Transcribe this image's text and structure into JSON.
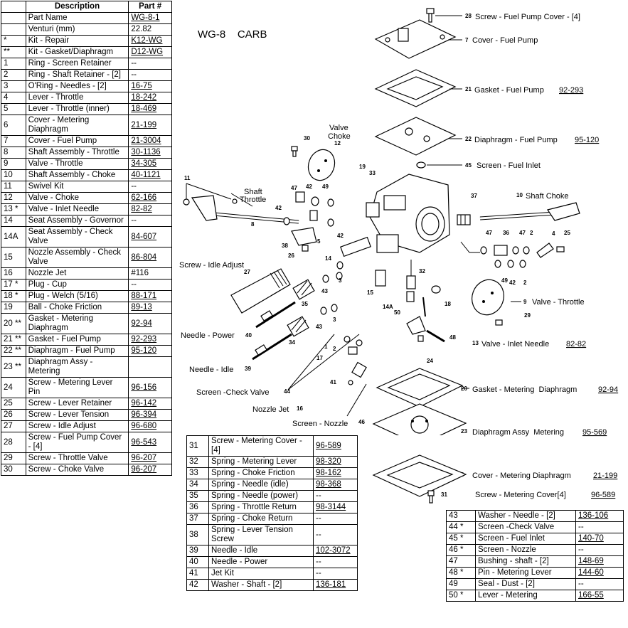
{
  "title": "WG-8    CARB",
  "main_table": {
    "headers": [
      "Description",
      "Part #"
    ],
    "rows": [
      {
        "ref": "",
        "desc": "Part Name",
        "part": "WG-8-1",
        "link": true
      },
      {
        "ref": "",
        "desc": "Venturi (mm)",
        "part": "22.82",
        "link": false
      },
      {
        "ref": "*",
        "desc": "Kit - Repair",
        "part": "K12-WG",
        "link": true
      },
      {
        "ref": "**",
        "desc": "Kit - Gasket/Diaphragm",
        "part": "D12-WG",
        "link": true
      },
      {
        "ref": "1",
        "desc": "Ring - Screen Retainer",
        "part": "--",
        "link": false
      },
      {
        "ref": "2",
        "desc": "Ring - Shaft Retainer - [2]",
        "part": "--",
        "link": false
      },
      {
        "ref": "3",
        "desc": "O'Ring - Needles - [2]",
        "part": "16-75",
        "link": true
      },
      {
        "ref": "4",
        "desc": "Lever - Throttle",
        "part": "18-242",
        "link": true
      },
      {
        "ref": "5",
        "desc": "Lever - Throttle (inner)",
        "part": "18-469",
        "link": true
      },
      {
        "ref": "6",
        "desc": "Cover - Metering Diaphragm",
        "part": "21-199",
        "link": true
      },
      {
        "ref": "7",
        "desc": "Cover - Fuel Pump",
        "part": "21-3004",
        "link": true
      },
      {
        "ref": "8",
        "desc": "Shaft Assembly - Throttle",
        "part": "30-1136",
        "link": true
      },
      {
        "ref": "9",
        "desc": "Valve - Throttle",
        "part": "34-305",
        "link": true
      },
      {
        "ref": "10",
        "desc": "Shaft Assembly - Choke",
        "part": "40-1121",
        "link": true
      },
      {
        "ref": "11",
        "desc": "Swivel Kit",
        "part": "--",
        "link": false
      },
      {
        "ref": "12",
        "desc": "Valve - Choke",
        "part": "62-166",
        "link": true
      },
      {
        "ref": "13 *",
        "desc": "Valve - Inlet Needle",
        "part": "82-82",
        "link": true
      },
      {
        "ref": "14",
        "desc": "Seat Assembly - Governor",
        "part": "--",
        "link": false
      },
      {
        "ref": "14A",
        "desc": "Seat Assembly - Check Valve",
        "part": "84-607",
        "link": true
      },
      {
        "ref": "15",
        "desc": "Nozzle Assembly - Check Valve",
        "part": "86-804",
        "link": true
      },
      {
        "ref": "16",
        "desc": "Nozzle Jet",
        "part": "#116",
        "link": false
      },
      {
        "ref": "17 *",
        "desc": "Plug - Cup",
        "part": "--",
        "link": false
      },
      {
        "ref": "18 *",
        "desc": "Plug - Welch (5/16)",
        "part": "88-171",
        "link": true
      },
      {
        "ref": "19",
        "desc": "Ball - Choke Friction",
        "part": "89-13",
        "link": true
      },
      {
        "ref": "20 **",
        "desc": "Gasket - Metering Diaphragm",
        "part": "92-94",
        "link": true
      },
      {
        "ref": "21 **",
        "desc": "Gasket - Fuel Pump",
        "part": "92-293",
        "link": true
      },
      {
        "ref": "22 **",
        "desc": "Diaphragm - Fuel Pump",
        "part": "95-120",
        "link": true
      },
      {
        "ref": "23 **",
        "desc": "Diaphragm Assy - Metering",
        "part": "",
        "link": false
      },
      {
        "ref": "24",
        "desc": "Screw - Metering Lever Pin",
        "part": "96-156",
        "link": true
      },
      {
        "ref": "25",
        "desc": "Screw - Lever Retainer",
        "part": "96-142",
        "link": true
      },
      {
        "ref": "26",
        "desc": "Screw - Lever Tension",
        "part": "96-394",
        "link": true
      },
      {
        "ref": "27",
        "desc": "Screw - Idle Adjust",
        "part": "96-680",
        "link": true
      },
      {
        "ref": "28",
        "desc": "Screw - Fuel Pump Cover - [4]",
        "part": "96-543",
        "link": true
      },
      {
        "ref": "29",
        "desc": "Screw - Throttle Valve",
        "part": "96-207",
        "link": true
      },
      {
        "ref": "30",
        "desc": "Screw - Choke Valve",
        "part": "96-207",
        "link": true
      }
    ]
  },
  "mid_table": {
    "rows": [
      {
        "ref": "31",
        "desc": "Screw - Metering Cover - [4]",
        "part": "96-589",
        "link": true
      },
      {
        "ref": "32",
        "desc": "Spring - Metering Lever",
        "part": "98-320",
        "link": true
      },
      {
        "ref": "33",
        "desc": "Spring - Choke Friction",
        "part": "98-162",
        "link": true
      },
      {
        "ref": "34",
        "desc": "Spring - Needle (idle)",
        "part": "98-368",
        "link": true
      },
      {
        "ref": "35",
        "desc": "Spring - Needle (power)",
        "part": "--",
        "link": false
      },
      {
        "ref": "36",
        "desc": "Spring - Throttle Return",
        "part": "98-3144",
        "link": true
      },
      {
        "ref": "37",
        "desc": "Spring - Choke Return",
        "part": "--",
        "link": false
      },
      {
        "ref": "38",
        "desc": "Spring - Lever Tension Screw",
        "part": "--",
        "link": false
      },
      {
        "ref": "39",
        "desc": "Needle - Idle",
        "part": "102-3072",
        "link": true
      },
      {
        "ref": "40",
        "desc": "Needle - Power",
        "part": "--",
        "link": false
      },
      {
        "ref": "41",
        "desc": "Jet Kit",
        "part": "--",
        "link": false
      },
      {
        "ref": "42",
        "desc": "Washer - Shaft - [2]",
        "part": "136-181",
        "link": true
      }
    ]
  },
  "right_table": {
    "rows": [
      {
        "ref": "43",
        "desc": "Washer - Needle - [2]",
        "part": "136-106",
        "link": true
      },
      {
        "ref": "44 *",
        "desc": "Screen -Check Valve",
        "part": "--",
        "link": false
      },
      {
        "ref": "45 *",
        "desc": "Screen - Fuel Inlet",
        "part": "140-70",
        "link": true
      },
      {
        "ref": "46 *",
        "desc": "Screen - Nozzle",
        "part": "--",
        "link": false
      },
      {
        "ref": "47",
        "desc": "Bushing - shaft - [2]",
        "part": "148-69",
        "link": true
      },
      {
        "ref": "48 *",
        "desc": "Pin - Metering Lever",
        "part": "144-60",
        "link": true
      },
      {
        "ref": "49",
        "desc": "Seal - Dust - [2]",
        "part": "--",
        "link": false
      },
      {
        "ref": "50 *",
        "desc": "Lever - Metering",
        "part": "166-55",
        "link": true
      }
    ]
  },
  "diagram": {
    "callouts": [
      {
        "id": "c28",
        "num": "28",
        "text": "Screw - Fuel Pump Cover - [4]",
        "part": ""
      },
      {
        "id": "c7",
        "num": "7",
        "text": "Cover - Fuel Pump",
        "part": ""
      },
      {
        "id": "c21",
        "num": "21",
        "text": "Gasket - Fuel Pump",
        "part": "92-293"
      },
      {
        "id": "c22",
        "num": "22",
        "text": "Diaphragm - Fuel Pump",
        "part": "95-120"
      },
      {
        "id": "c45",
        "num": "45",
        "text": "Screen - Fuel Inlet",
        "part": ""
      },
      {
        "id": "c10",
        "num": "10",
        "text": "Shaft Choke",
        "part": ""
      },
      {
        "id": "c9",
        "num": "9",
        "text": "Valve - Throttle",
        "part": ""
      },
      {
        "id": "c13",
        "num": "13",
        "text": "Valve - Inlet Needle",
        "part": "82-82"
      },
      {
        "id": "c20",
        "num": "20",
        "text": "Gasket - Metering  Diaphragm",
        "part": "92-94"
      },
      {
        "id": "c23",
        "num": "23",
        "text": "Diaphragm Assy  Metering",
        "part": "95-569"
      },
      {
        "id": "c6",
        "num": "6",
        "text": "Cover - Metering Diaphragm",
        "part": "21-199"
      },
      {
        "id": "c31",
        "num": "31",
        "text": "Screw - Metering Cover[4]",
        "part": "96-589"
      }
    ],
    "labels": {
      "valve_choke_1": "Valve",
      "valve_choke_2": "Choke",
      "shaft_throttle_1": "Shaft",
      "shaft_throttle_2": "Throttle",
      "screw_idle_adjust": "Screw - Idle Adjust",
      "needle_power": "Needle - Power",
      "needle_idle": "Needle - Idle",
      "screen_check_valve": "Screen -Check Valve",
      "nozzle_jet": "Nozzle Jet",
      "screen_nozzle": "Screen - Nozzle"
    },
    "numbers": {
      "n30": "30",
      "n12": "12",
      "n19": "19",
      "n33": "33",
      "n11": "11",
      "n47a": "47",
      "n42a": "42",
      "n49a": "49",
      "n8": "8",
      "n42b": "42",
      "n5": "5",
      "n42c": "42",
      "n38a": "38",
      "n26": "26",
      "n14": "14",
      "n27": "27",
      "n43a": "43",
      "n3a": "3",
      "n35": "35",
      "n15": "15",
      "n40": "40",
      "n43b": "43",
      "n3b": "3",
      "n34": "34",
      "n1": "1",
      "n2a": "2",
      "n17": "17",
      "n39": "39",
      "n41": "41",
      "n44": "44",
      "n16": "16",
      "n46": "46",
      "n37": "37",
      "n47b": "47",
      "n36": "36",
      "n47c": "47",
      "n2b": "2",
      "n4": "4",
      "n25": "25",
      "n49b": "49",
      "n42d": "42",
      "n2c": "2",
      "n32": "32",
      "n18": "18",
      "n14a": "14A",
      "n50": "50",
      "n48": "48",
      "n24": "24",
      "n29": "29"
    }
  }
}
